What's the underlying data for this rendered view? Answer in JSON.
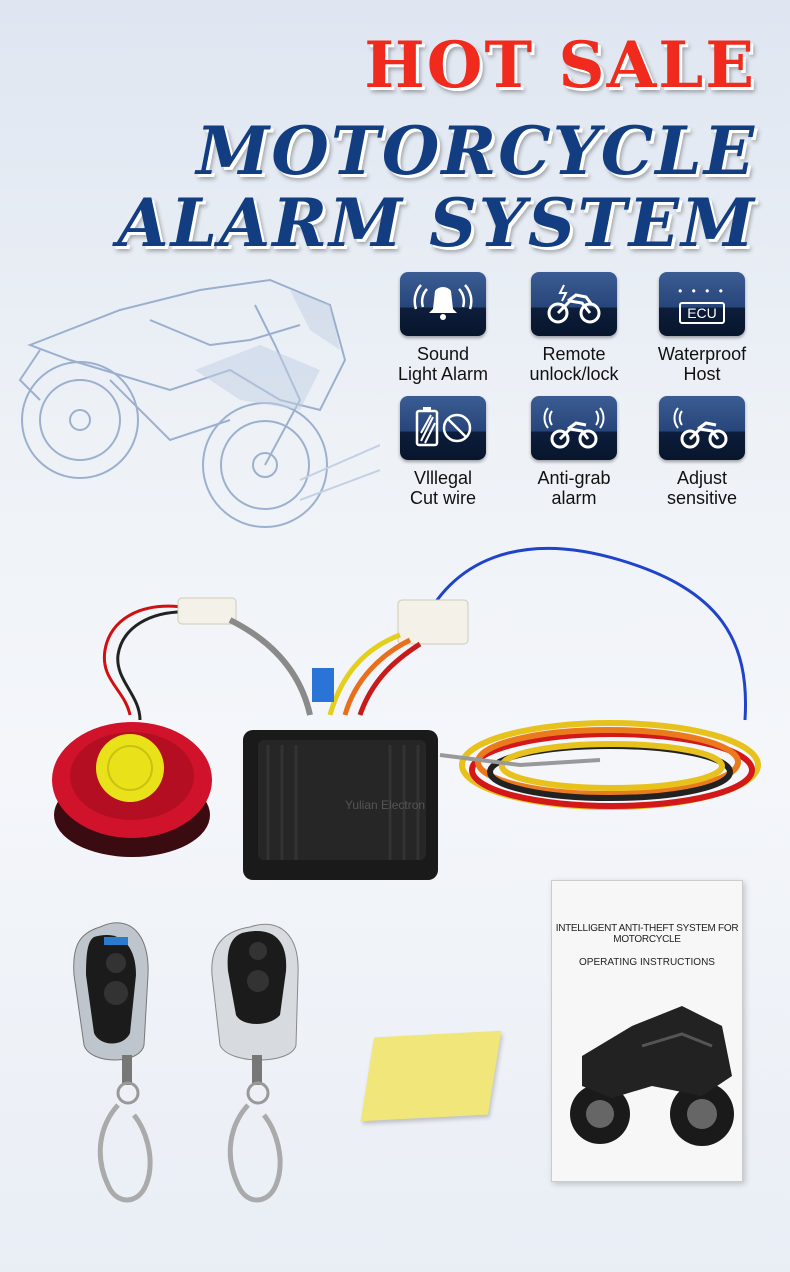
{
  "header": {
    "line1": "HOT SALE",
    "line2": "MOTORCYCLE",
    "line3": "ALARM SYSTEM"
  },
  "features": [
    {
      "icon": "bell-alarm-icon",
      "line1": "Sound",
      "line2": "Light Alarm"
    },
    {
      "icon": "remote-motorcycle-icon",
      "line1": "Remote",
      "line2": "unlock/lock"
    },
    {
      "icon": "ecu-waterproof-icon",
      "line1": "Waterproof",
      "line2": "Host",
      "badge": "ECU"
    },
    {
      "icon": "battery-cut-icon",
      "line1": "Vlllegal",
      "line2": "Cut wire"
    },
    {
      "icon": "motorcycle-signal-icon",
      "line1": "Anti-grab",
      "line2": "alarm"
    },
    {
      "icon": "motorcycle-adjust-icon",
      "line1": "Adjust",
      "line2": "sensitive"
    }
  ],
  "product": {
    "control_box_text": "Yulian Electron",
    "manual_title": "INTELLIGENT ANTI-THEFT SYSTEM FOR MOTORCYCLE",
    "manual_subtitle": "OPERATING INSTRUCTIONS"
  },
  "colors": {
    "hot_sale": "#f02a1c",
    "title_blue": "#123d80",
    "icon_bg": "#27457a",
    "siren_red": "#d0132a",
    "siren_yellow": "#e9e21a"
  }
}
